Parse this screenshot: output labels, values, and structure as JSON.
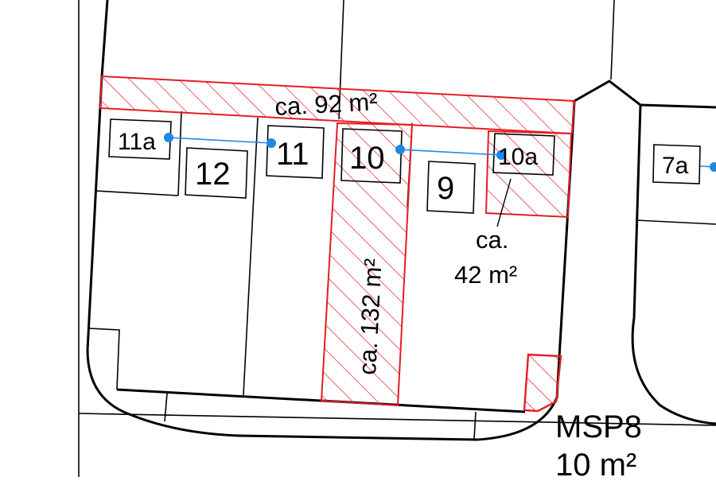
{
  "colors": {
    "line": "#000000",
    "hatch": "#e31e24",
    "connector": "#1e88e5",
    "background": "#ffffff"
  },
  "plots": [
    {
      "id": "11a",
      "label": "11a"
    },
    {
      "id": "12",
      "label": "12"
    },
    {
      "id": "11",
      "label": "11"
    },
    {
      "id": "10",
      "label": "10"
    },
    {
      "id": "9",
      "label": "9"
    },
    {
      "id": "10a",
      "label": "10a"
    },
    {
      "id": "7a",
      "label": "7a"
    }
  ],
  "areas": {
    "strip_label": "ca. 92 m²",
    "vertical_label": "ca. 132 m²",
    "small_label_line1": "ca.",
    "small_label_line2": "42 m²"
  },
  "msp": {
    "name": "MSP8",
    "area": "10 m²"
  }
}
